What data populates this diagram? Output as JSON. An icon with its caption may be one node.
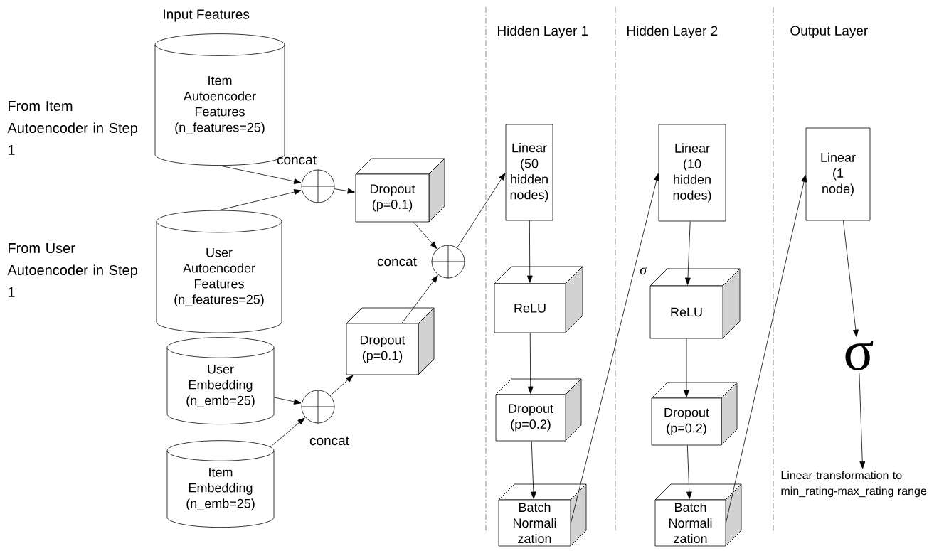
{
  "diagram": {
    "nodes": [
      {
        "text": [
          "Item Autoencoder Features (n_features=25)"
        ]
      },
      {
        "text": [
          "User Autoencoder Features (n_features=25)"
        ]
      },
      {
        "text": [
          "User Embedding (n_emb=25)"
        ]
      },
      {
        "text": [
          "Item Embedding (n_emb=25)"
        ]
      },
      {
        "text": [],
        "shape": "circle",
        "beside": [
          "concat"
        ]
      },
      {
        "text": [
          "Dropout (p=0.1)"
        ]
      },
      {
        "text": [],
        "shape": "circle",
        "beside": [
          "concat"
        ]
      },
      {
        "text": [
          "Dropout (p=0.1)"
        ]
      },
      {
        "text": [],
        "shape": "circle",
        "beside": [
          "concat"
        ]
      },
      {
        "text": [
          "Linear (50 hidden nodes)"
        ]
      },
      {
        "text": [
          "ReLU"
        ]
      },
      {
        "text": [
          "Dropout (p=0.2)"
        ]
      },
      {
        "text": [
          "Batch Normali zation"
        ]
      },
      {
        "text": [
          "Linear (10 hidden nodes)"
        ]
      },
      {
        "text": [
          "ReLU"
        ]
      },
      {
        "text": [
          "Dropout (p=0.2)"
        ]
      },
      {
        "text": [
          "Batch Normali zation"
        ]
      },
      {
        "text": [
          "Linear (1 node)"
        ]
      },
      {
        "text": [
          "σ"
        ]
      },
      {
        "text": [
          "Linear transformation to min_rating-max_rating range"
        ]
      }
    ],
    "edges": [
      {
        "from": 0,
        "to": 4,
        "arrow": "to"
      },
      {
        "from": 1,
        "to": 4,
        "arrow": "to"
      },
      {
        "from": 4,
        "to": 5,
        "arrow": "to"
      },
      {
        "from": 5,
        "to": 6,
        "arrow": "to"
      },
      {
        "from": 7,
        "to": 6,
        "arrow": "to"
      },
      {
        "from": 2,
        "to": 8,
        "arrow": "to"
      },
      {
        "from": 3,
        "to": 8,
        "arrow": "to"
      },
      {
        "from": 8,
        "to": 7,
        "arrow": "to"
      },
      {
        "from": 6,
        "to": 9,
        "arrow": "to"
      },
      {
        "from": 9,
        "to": 10,
        "arrow": "to"
      },
      {
        "from": 10,
        "to": 11,
        "arrow": "to"
      },
      {
        "from": 11,
        "to": 12,
        "arrow": "to"
      },
      {
        "from": 12,
        "to": 13,
        "arrow": "to",
        "label": "σ"
      },
      {
        "from": 13,
        "to": 14,
        "arrow": "to"
      },
      {
        "from": 14,
        "to": 15,
        "arrow": "to"
      },
      {
        "from": 15,
        "to": 16,
        "arrow": "to"
      },
      {
        "from": 16,
        "to": 17,
        "arrow": "to"
      },
      {
        "from": 17,
        "to": 18,
        "arrow": "to"
      },
      {
        "from": 18,
        "to": 19,
        "arrow": "to"
      }
    ],
    "labels": [
      "Input Features",
      "Hidden Layer 1",
      "Hidden Layer 2",
      "Output Layer",
      "From Item Autoencoder in Step 1",
      "From User Autoencoder in Step 1"
    ]
  }
}
